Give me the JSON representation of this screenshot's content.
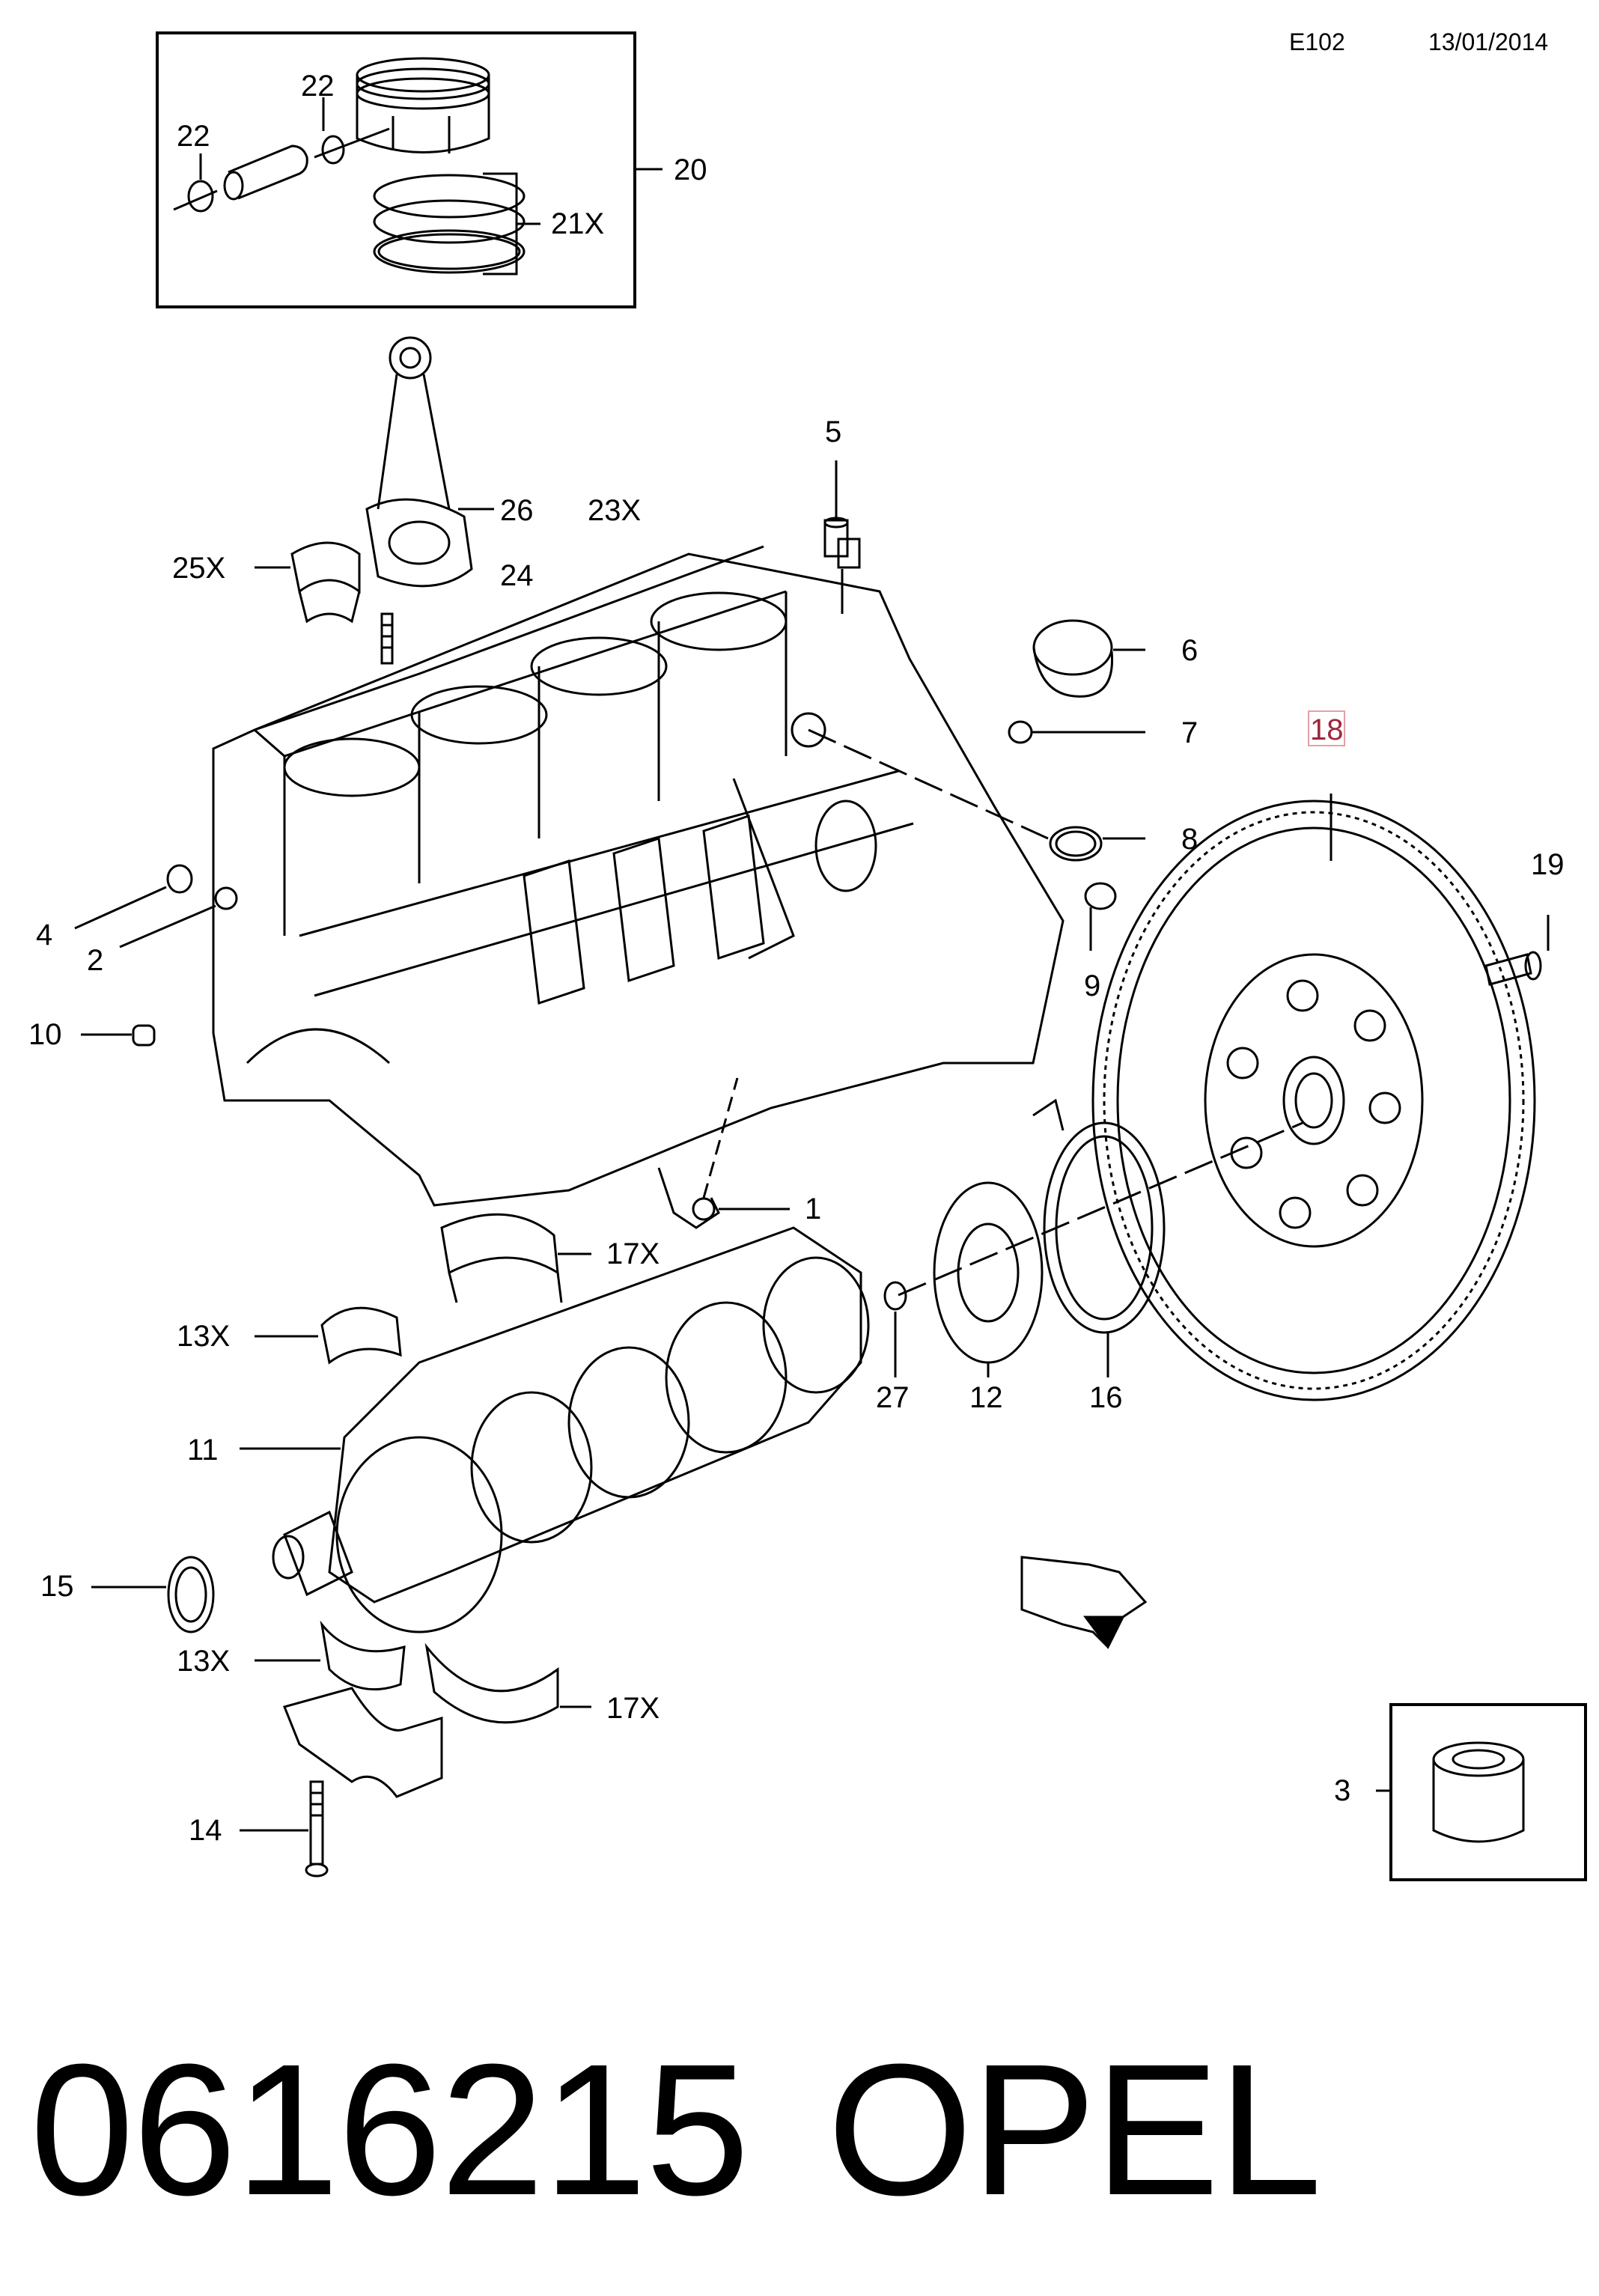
{
  "header": {
    "code": "E102",
    "date": "13/01/2014"
  },
  "callouts": {
    "c20": "20",
    "c22a": "22",
    "c22b": "22",
    "c21x": "21X",
    "c26": "26",
    "c23x": "23X",
    "c25x": "25X",
    "c24": "24",
    "c5": "5",
    "c6": "6",
    "c7": "7",
    "c8": "8",
    "c9": "9",
    "c18": "18",
    "c19": "19",
    "c4": "4",
    "c2": "2",
    "c10": "10",
    "c1": "1",
    "c17xa": "17X",
    "c13xa": "13X",
    "c11": "11",
    "c27": "27",
    "c12": "12",
    "c16": "16",
    "c15": "15",
    "c13xb": "13X",
    "c17xb": "17X",
    "c14": "14",
    "c3": "3"
  },
  "footer": {
    "part_number": "0616215",
    "brand": "OPEL"
  },
  "colors": {
    "highlight_box": "#e5a0a8",
    "highlight_text": "#a0253a"
  }
}
